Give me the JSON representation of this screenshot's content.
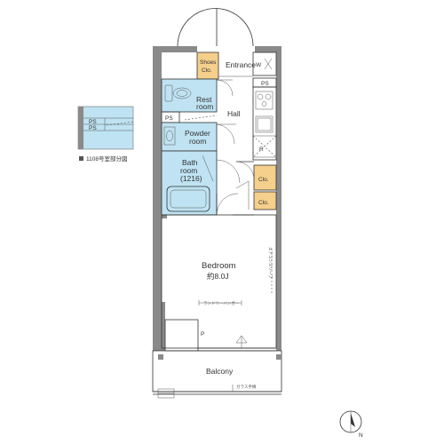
{
  "rooms": {
    "entrance": "Entrance",
    "shoes_1": "Shoes",
    "shoes_2": "Clo.",
    "w": "W",
    "ps_top": "PS",
    "rest_1": "Rest",
    "rest_2": "room",
    "hall": "Hall",
    "ps_hall": "PS",
    "powder_1": "Powder",
    "powder_2": "room",
    "bath_1": "Bath",
    "bath_2": "room",
    "bath_3": "(1216)",
    "clo_1": "Clo.",
    "clo_2": "Clo.",
    "r": "R",
    "bedroom": "Bedroom",
    "bedroom_size": "約8.0J",
    "laundry": "ランドリーハンガー",
    "wall_note": "エアコンスリーブ",
    "p": "P",
    "balcony": "Balcony",
    "glass_rail": "ガラス手摘"
  },
  "inset": {
    "ps_1": "PS",
    "ps_2": "PS",
    "caption": "1108号室部分図"
  },
  "compass": {
    "label": "N"
  },
  "colors": {
    "wet_area": "#bfe3f2",
    "closet": "#f5cf8c",
    "wall": "#8a8a8a"
  }
}
